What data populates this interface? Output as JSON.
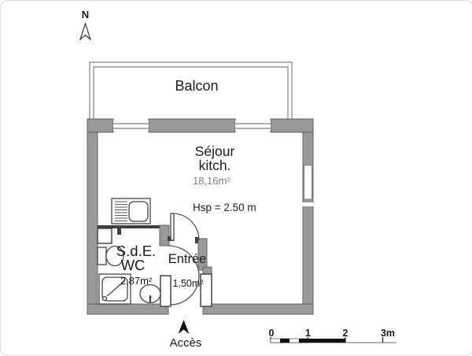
{
  "colors": {
    "wall_gray": "#9a9a9a",
    "partition_dark": "#3f3f3f",
    "background": "#ffffff",
    "text": "#1a1a1a",
    "faded_area_text": "#7d7d7d"
  },
  "compass": {
    "label": "N"
  },
  "plan": {
    "balcony": {
      "label": "Balcon"
    },
    "living_room": {
      "label_line1": "Séjour",
      "label_line2": "kitch.",
      "area": "18,16m²",
      "ceiling_height": "Hsp = 2.50 m"
    },
    "shower_wc": {
      "label_line1": "S.d.E.",
      "label_line2": "WC",
      "area": "2,87m²"
    },
    "entry": {
      "label": "Entrée",
      "area": "1,50m²"
    },
    "access": {
      "label": "Accès"
    }
  },
  "fixtures": {
    "kitchen_sink": "kitchen-sink",
    "toilet": "toilet",
    "shower": "shower-tray",
    "washbasin": "washbasin"
  },
  "scale_bar": {
    "tick_labels": [
      "0",
      "1",
      "2",
      "3m"
    ]
  }
}
